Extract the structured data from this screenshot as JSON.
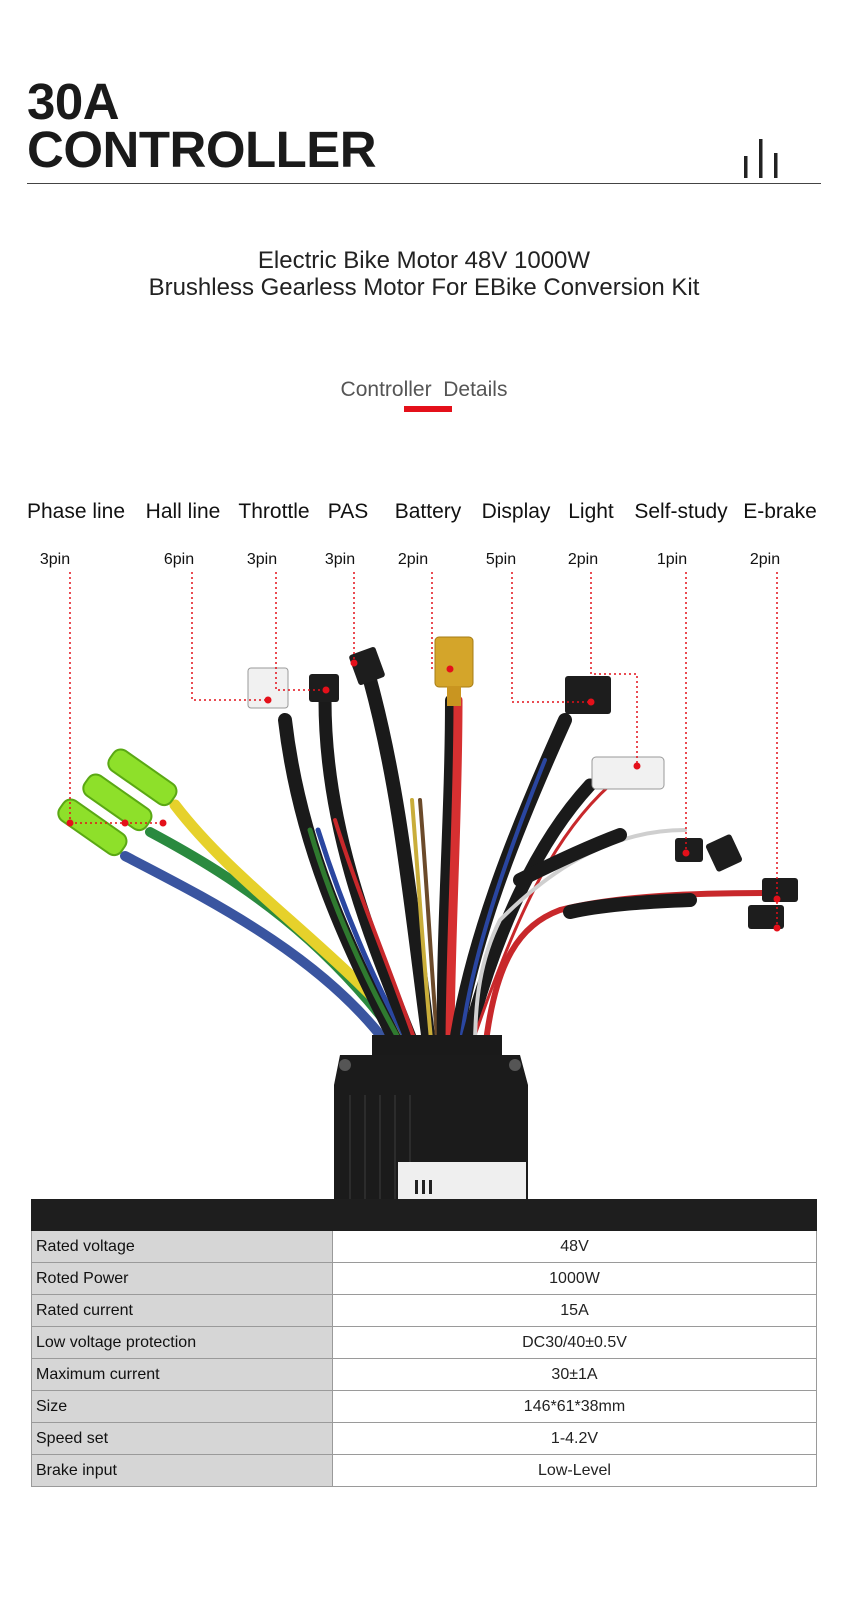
{
  "header": {
    "title_line1": "30A",
    "title_line2": "CONTROLLER"
  },
  "subtitle": {
    "line1": "Electric Bike Motor 48V 1000W",
    "line2": "Brushless Gearless Motor For EBike Conversion Kit"
  },
  "section": {
    "label": "Controller  Details",
    "accent_color": "#e4101a"
  },
  "ports": [
    {
      "name": "Phase line",
      "pins": "3pin"
    },
    {
      "name": "Hall line",
      "pins": "6pin"
    },
    {
      "name": "Throttle",
      "pins": "3pin"
    },
    {
      "name": "PAS",
      "pins": "3pin"
    },
    {
      "name": "Battery",
      "pins": "2pin"
    },
    {
      "name": "Display",
      "pins": "5pin"
    },
    {
      "name": "Light",
      "pins": "2pin"
    },
    {
      "name": "Self-study",
      "pins": "1pin"
    },
    {
      "name": "E-brake",
      "pins": "2pin"
    }
  ],
  "specs": [
    {
      "label": "Rated voltage",
      "value": "48V"
    },
    {
      "label": "Roted Power",
      "value": "1000W"
    },
    {
      "label": "Rated current",
      "value": "15A"
    },
    {
      "label": "Low voltage protection",
      "value": "DC30/40±0.5V"
    },
    {
      "label": "Maximum current",
      "value": "30±1A"
    },
    {
      "label": "Size",
      "value": "146*61*38mm"
    },
    {
      "label": "Speed set",
      "value": "1-4.2V"
    },
    {
      "label": "Brake input",
      "value": "Low-Level"
    }
  ],
  "colors": {
    "table_header": "#1e1e1e",
    "label_cell": "#d6d6d6",
    "leader_line": "#e4101a"
  }
}
